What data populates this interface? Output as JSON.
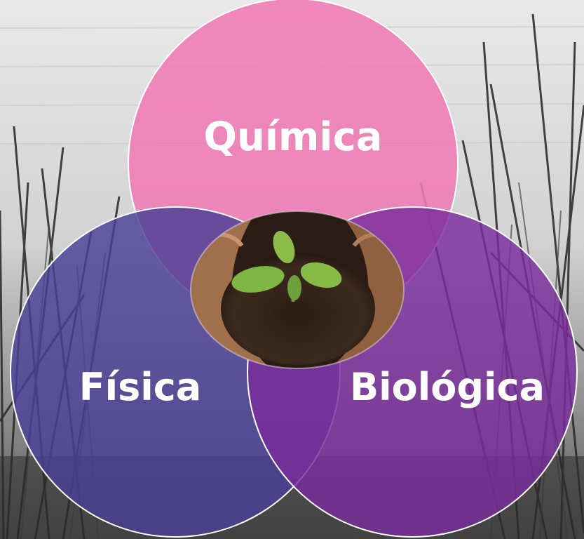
{
  "diagram": {
    "circles": [
      {
        "label": "Química",
        "color": "#f07bb4"
      },
      {
        "label": "Física",
        "color": "#4a3f96"
      },
      {
        "label": "Biológica",
        "color": "#7a2d9c"
      }
    ],
    "center_image": "hands holding soil with seedling"
  }
}
